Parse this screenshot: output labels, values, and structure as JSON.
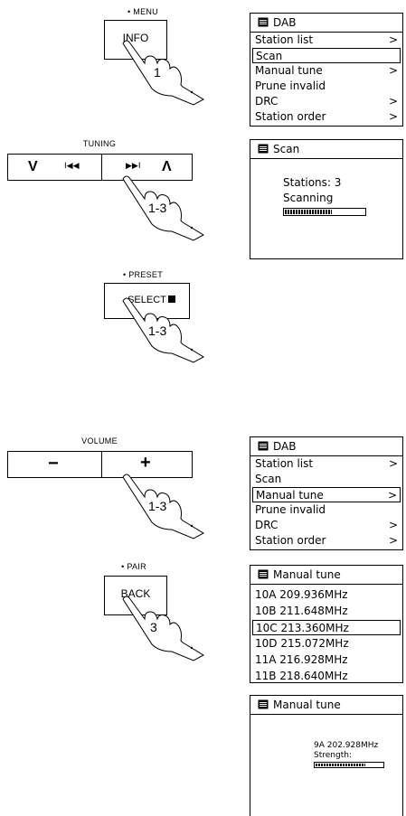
{
  "steps": {
    "info_key": {
      "caption": "• MENU",
      "label": "INFO",
      "step": "1"
    },
    "tuning": {
      "caption": "TUNING",
      "left_chevron": "V",
      "prev": "I◀◀",
      "next": "▶▶I",
      "right_chevron": "Λ",
      "step": "1-3"
    },
    "select_key": {
      "caption": "• PRESET",
      "label": "SELECT",
      "step": "1-3"
    },
    "volume": {
      "caption": "VOLUME",
      "minus": "−",
      "plus": "+",
      "step": "1-3"
    },
    "back_key": {
      "caption": "• PAIR",
      "label": "BACK",
      "step": "3"
    }
  },
  "screens": {
    "dab_menu_1": {
      "title": "DAB",
      "items": [
        {
          "label": "Station list",
          "arrow": ">"
        },
        {
          "label": "Scan",
          "arrow": ""
        },
        {
          "label": "Manual tune",
          "arrow": ">"
        },
        {
          "label": "Prune invalid",
          "arrow": ""
        },
        {
          "label": "DRC",
          "arrow": ">"
        },
        {
          "label": "Station order",
          "arrow": ">"
        }
      ]
    },
    "scan": {
      "title": "Scan",
      "stations": "Stations: 3",
      "status": "Scanning",
      "progress": 0.6
    },
    "dab_menu_2": {
      "title": "DAB",
      "items": [
        {
          "label": "Station list",
          "arrow": ">"
        },
        {
          "label": "Scan",
          "arrow": ""
        },
        {
          "label": "Manual tune",
          "arrow": ">"
        },
        {
          "label": "Prune invalid",
          "arrow": ""
        },
        {
          "label": "DRC",
          "arrow": ">"
        },
        {
          "label": "Station order",
          "arrow": ">"
        }
      ]
    },
    "manual_tune_list": {
      "title": "Manual tune",
      "items": [
        "10A 209.936MHz",
        "10B 211.648MHz",
        "10C 213.360MHz",
        "10D 215.072MHz",
        "11A 216.928MHz",
        "11B 218.640MHz"
      ]
    },
    "manual_tune_detail": {
      "title": "Manual tune",
      "frequency": "9A 202.928MHz",
      "strength_label": "Strength:",
      "strength": 0.75
    }
  }
}
